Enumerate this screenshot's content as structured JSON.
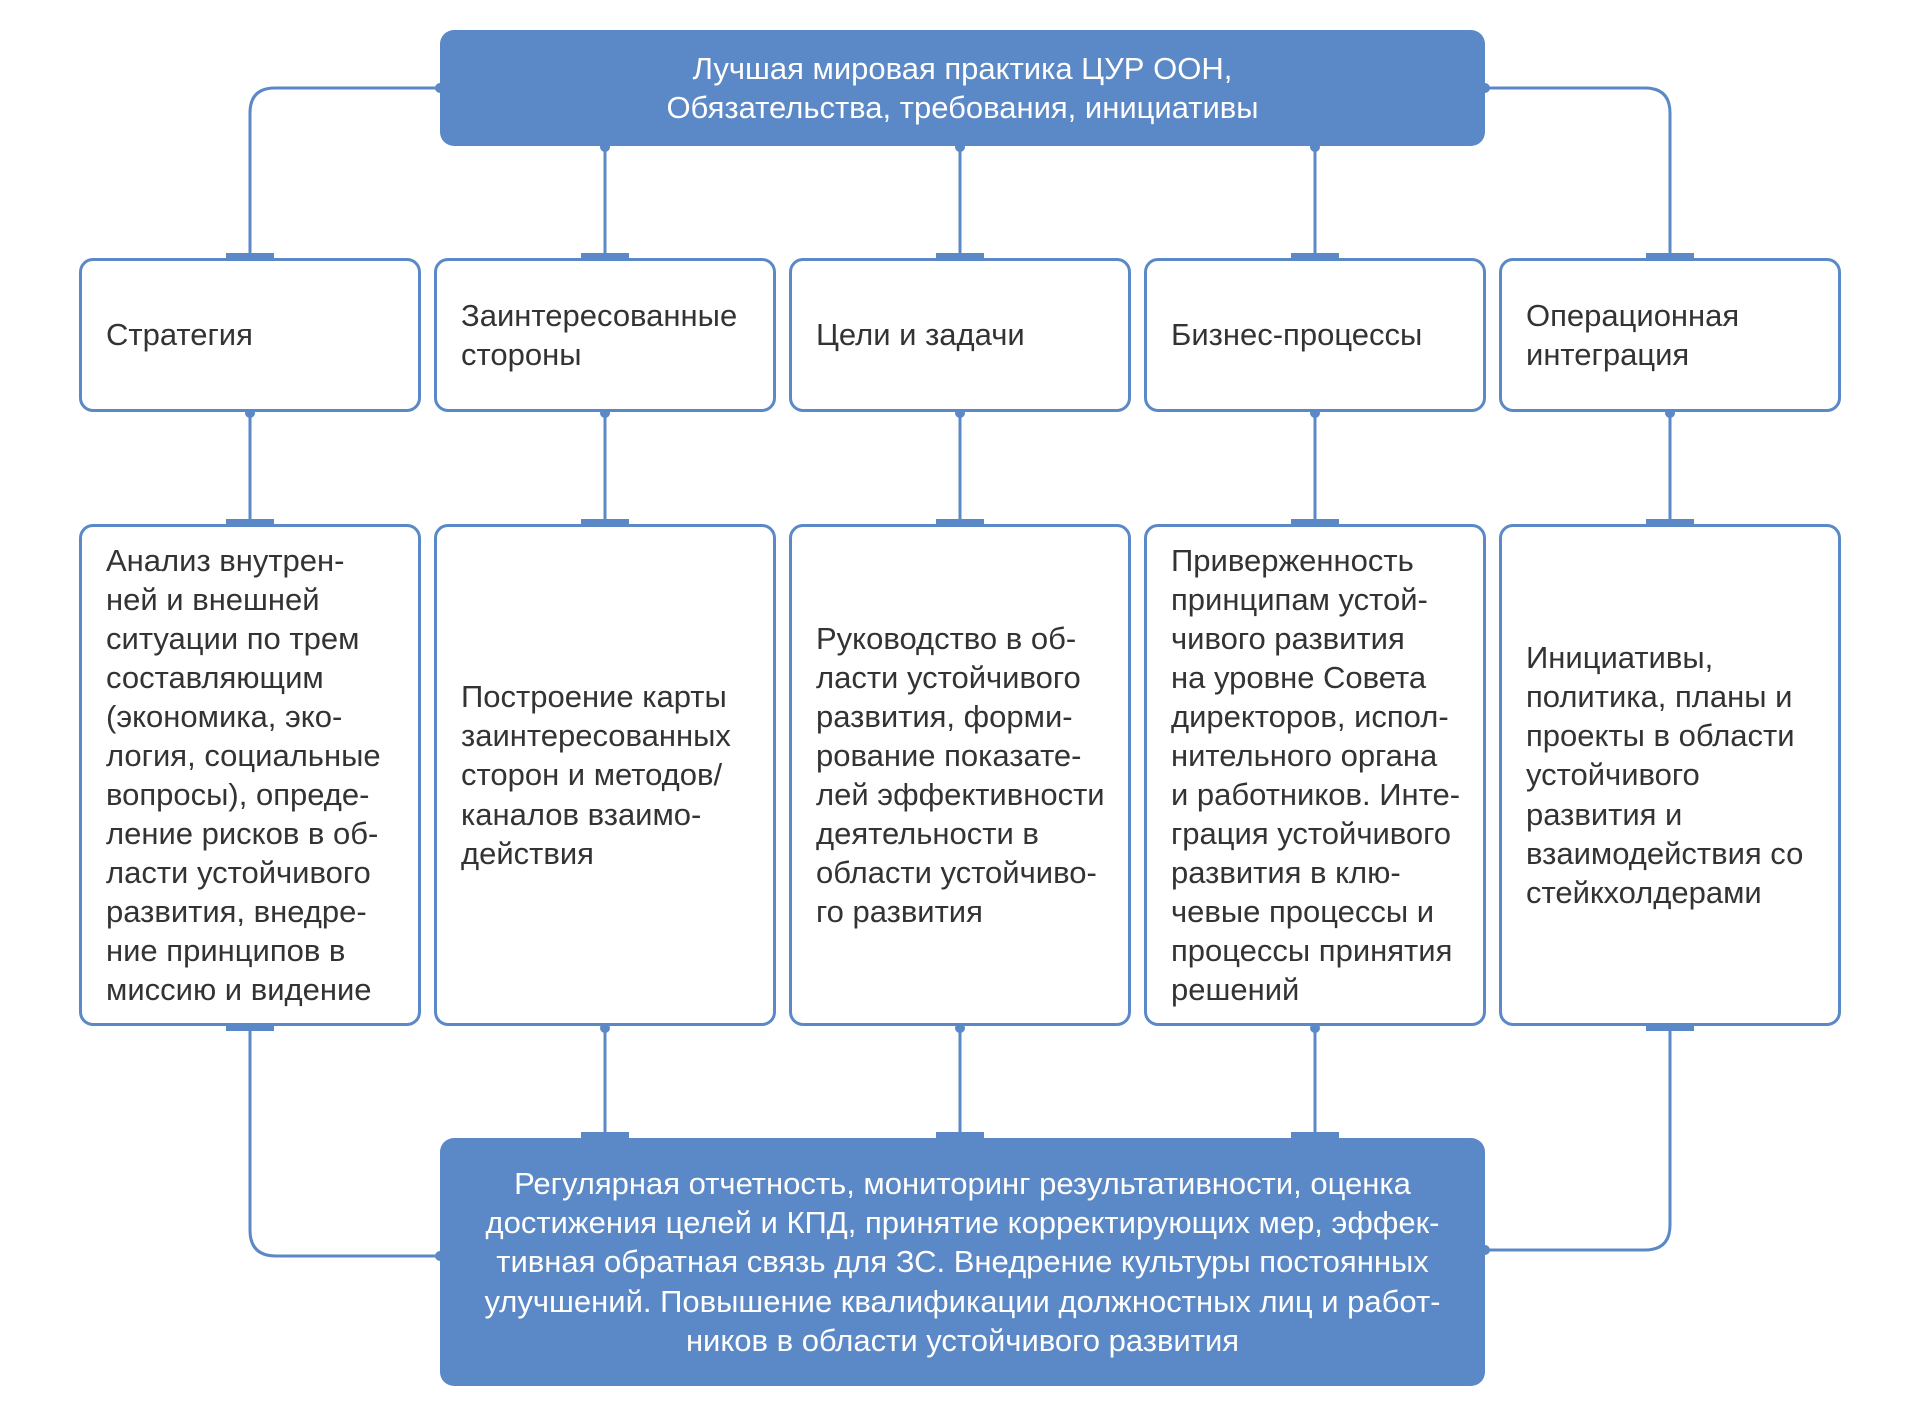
{
  "header": {
    "text": "Лучшая мировая практика ЦУР ООН,\nОбязательства, требования, инициативы"
  },
  "columns": [
    {
      "title": "Стратегия",
      "detail": "Анализ внутрен-\nней и внешней\nситуации по трем\nсоставляющим\n(экономика, эко-\nлогия, социальные\nвопросы), опреде-\nление рисков в об-\nласти устойчивого\nразвития, внедре-\nние принципов в\nмиссию и видение"
    },
    {
      "title": "Заинтересованные\nстороны",
      "detail": "Построение карты\nзаинтересованных\nсторон и методов/\nканалов взаимо-\nдействия"
    },
    {
      "title": "Цели и задачи",
      "detail": "Руководство в об-\nласти устойчивого\nразвития,  форми-\nрование показате-\nлей эффективности\nдеятельности в\nобласти устойчиво-\nго развития"
    },
    {
      "title": "Бизнес-процессы",
      "detail": "Приверженность\nпринципам устой-\nчивого развития\nна уровне Совета\nдиректоров, испол-\nнительного органа\nи работников. Инте-\nграция устойчивого\nразвития в клю-\nчевые процессы и\nпроцессы принятия\nрешений"
    },
    {
      "title": "Операционная\nинтеграция",
      "detail": "Инициативы,\nполитика, планы и\nпроекты в области\nустойчивого\nразвития и\nвзаимодействия со\nстейкхолдерами"
    }
  ],
  "footer": {
    "text": "Регулярная отчетность, мониторинг результативности, оценка\nдостижения целей и КПД, принятие корректирующих мер, эффек-\nтивная обратная связь для ЗС. Внедрение культуры постоянных\nулучшений. Повышение квалификации должностных лиц и работ-\nников в области устойчивого развития"
  },
  "colors": {
    "accent": "#5b88c6",
    "box_border": "#5b88c6",
    "text": "#333333",
    "filled_text": "#ffffff"
  }
}
